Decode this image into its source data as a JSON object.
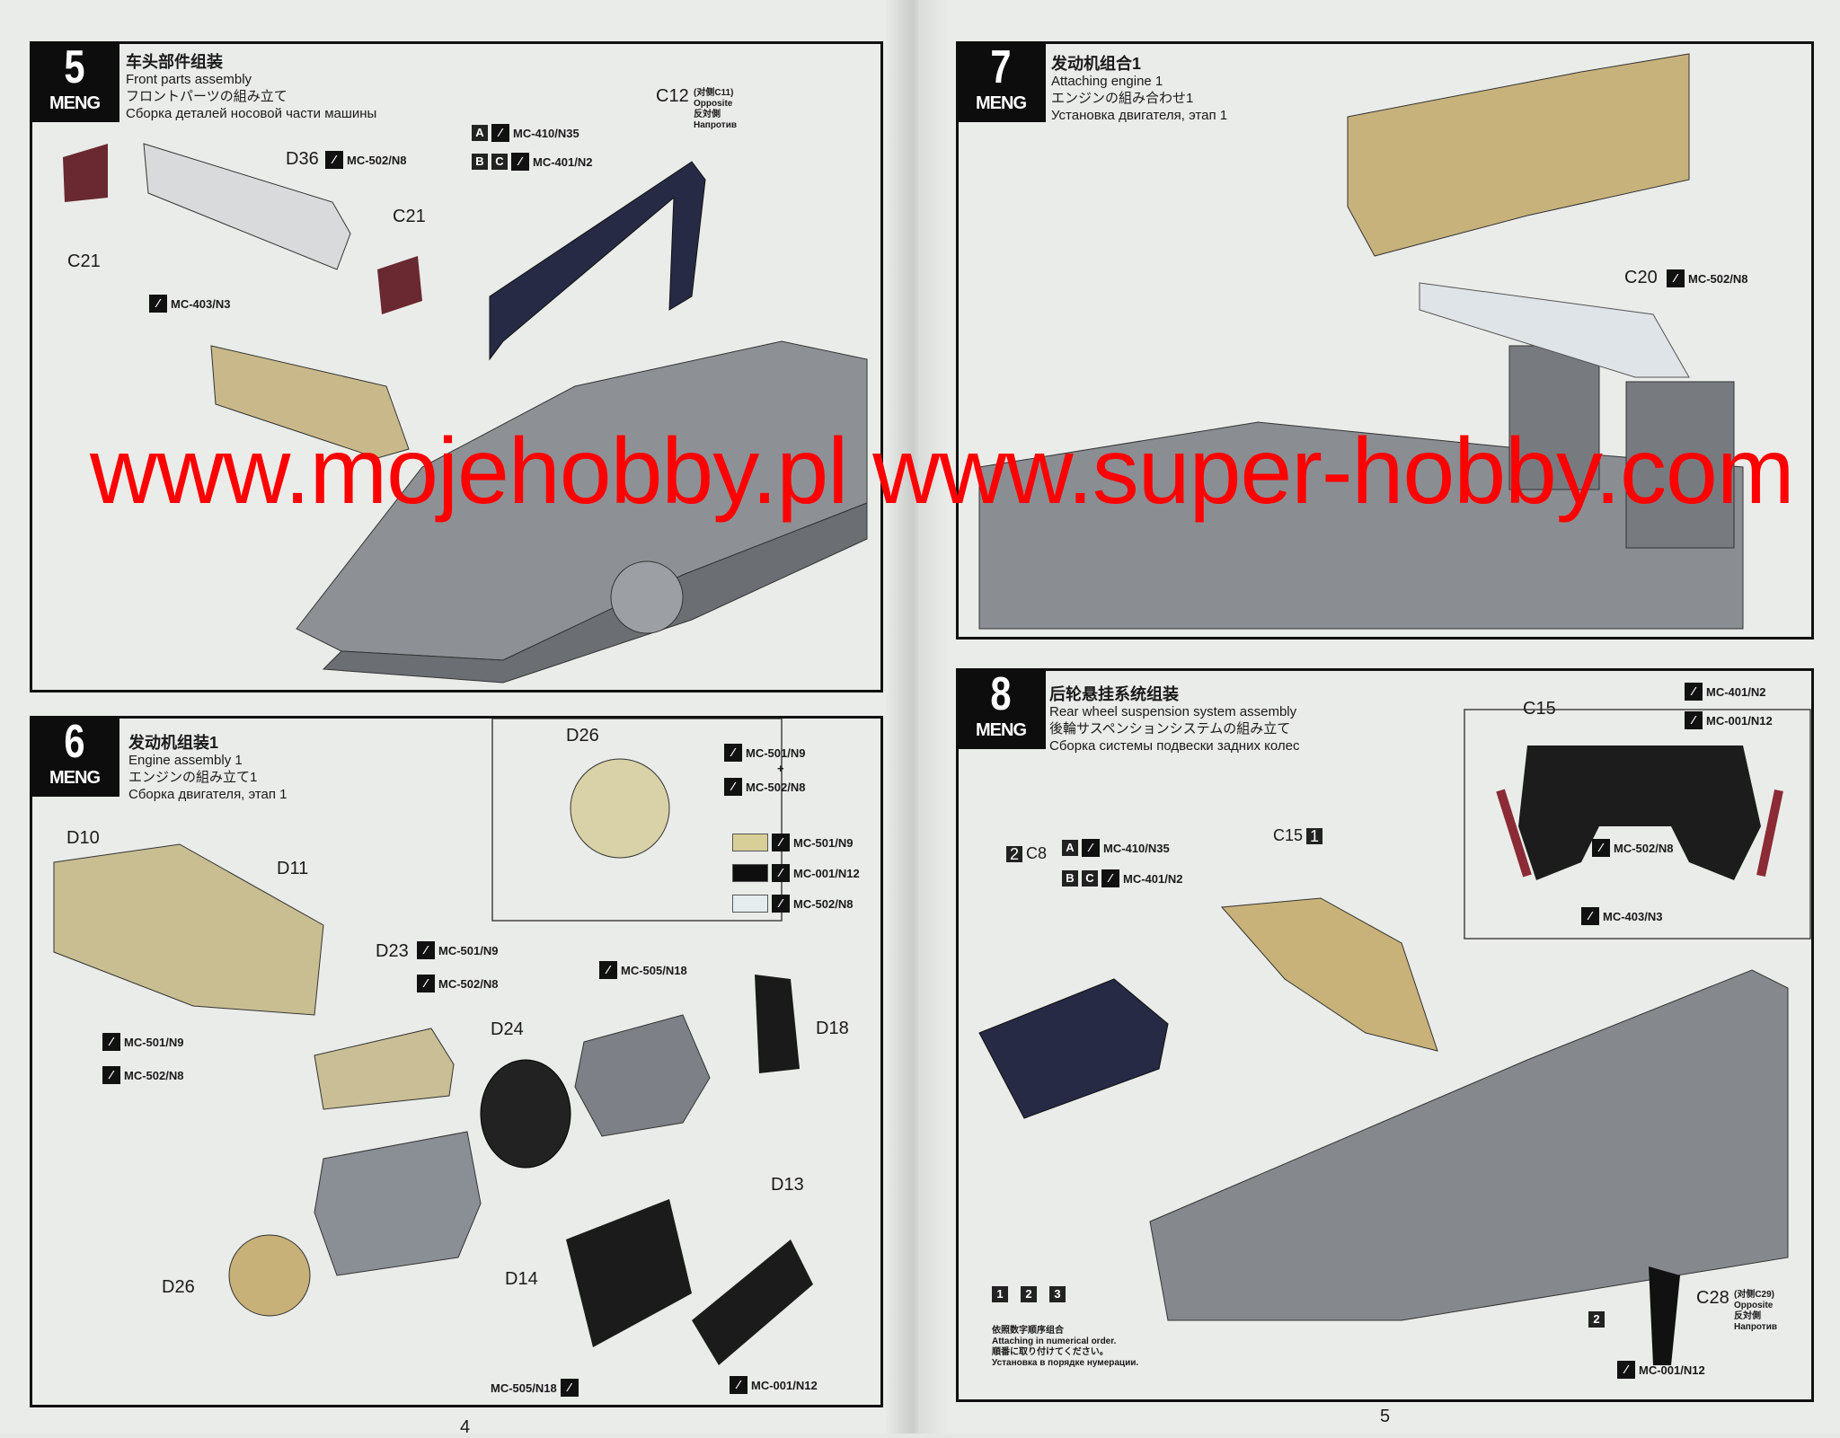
{
  "step5": {
    "number": "5",
    "logo": "MENG",
    "title_zh": "车头部件组装",
    "title_en": "Front parts assembly",
    "title_ja": "フロントパーツの組み立て",
    "title_ru": "Сборка деталей носовой части машины",
    "labels": {
      "d36": "D36",
      "c12": "C12",
      "c12_note": "(对侧C11)",
      "opposite_en": "Opposite",
      "opposite_zh": "反対側",
      "opposite_ru": "Напротив",
      "c21a": "C21",
      "c21b": "C21"
    },
    "paints": {
      "d36": "MC-502/N8",
      "a": "MC-410/N35",
      "bc": "MC-401/N2",
      "c21": "MC-403/N3"
    },
    "tags": {
      "a": "A",
      "b": "B",
      "c": "C"
    }
  },
  "step6": {
    "number": "6",
    "logo": "MENG",
    "title_zh": "发动机组装1",
    "title_en": "Engine assembly 1",
    "title_ja": "エンジンの組み立て1",
    "title_ru": "Сборка двигателя, этап 1",
    "labels": {
      "d26a": "D26",
      "d10": "D10",
      "d11": "D11",
      "d23": "D23",
      "d24": "D24",
      "d18": "D18",
      "d13": "D13",
      "d14": "D14",
      "d26b": "D26",
      "plus": "+"
    },
    "paints": {
      "d26_1": "MC-501/N9",
      "d26_2": "MC-502/N8",
      "d23_1": "MC-501/N9",
      "d23_2": "MC-502/N8",
      "d24": "MC-505/N18",
      "block_1": "MC-501/N9",
      "block_2": "MC-502/N8",
      "d14": "MC-505/N18",
      "d13": "MC-001/N12"
    },
    "legend": [
      {
        "paint": "MC-501/N9",
        "color": "#d8cf98"
      },
      {
        "paint": "MC-001/N12",
        "color": "#0e0e0e"
      },
      {
        "paint": "MC-502/N8",
        "color": "#e4ecee"
      }
    ]
  },
  "step7": {
    "number": "7",
    "logo": "MENG",
    "title_zh": "发动机组合1",
    "title_en": "Attaching engine 1",
    "title_ja": "エンジンの組み合わせ1",
    "title_ru": "Установка двигателя, этап 1",
    "labels": {
      "c20": "C20"
    },
    "paints": {
      "c20": "MC-502/N8"
    }
  },
  "step8": {
    "number": "8",
    "logo": "MENG",
    "title_zh": "后轮悬挂系统组装",
    "title_en": "Rear wheel suspension system assembly",
    "title_ja": "後輪サスペンションシステムの組み立て",
    "title_ru": "Сборка системы подвески задних колес",
    "labels": {
      "c8": "C8",
      "c8_num": "2",
      "c15a": "C15",
      "c15_num": "1",
      "c15b": "C15",
      "c28": "C28",
      "c28_note": "(对侧C29)",
      "opposite_en": "Opposite",
      "opposite_zh": "反対側",
      "opposite_ru": "Напротив",
      "c28_num": "2"
    },
    "paints": {
      "inset_1": "MC-401/N2",
      "inset_2": "MC-001/N12",
      "a": "MC-410/N35",
      "bc": "MC-401/N2",
      "springs": "MC-502/N8",
      "arms": "MC-403/N3",
      "c28": "MC-001/N12"
    },
    "tags": {
      "a": "A",
      "b": "B",
      "c": "C"
    },
    "order": [
      "1",
      "2",
      "3"
    ],
    "order_note": {
      "zh": "依照数字顺序组合",
      "en": "Attaching in numerical order.",
      "ja": "順番に取り付けてください。",
      "ru": "Установка в порядке нумерации."
    }
  },
  "page_numbers": {
    "left": "4",
    "right": "5"
  },
  "watermark": "www.mojehobby.pl www.super-hobby.com"
}
